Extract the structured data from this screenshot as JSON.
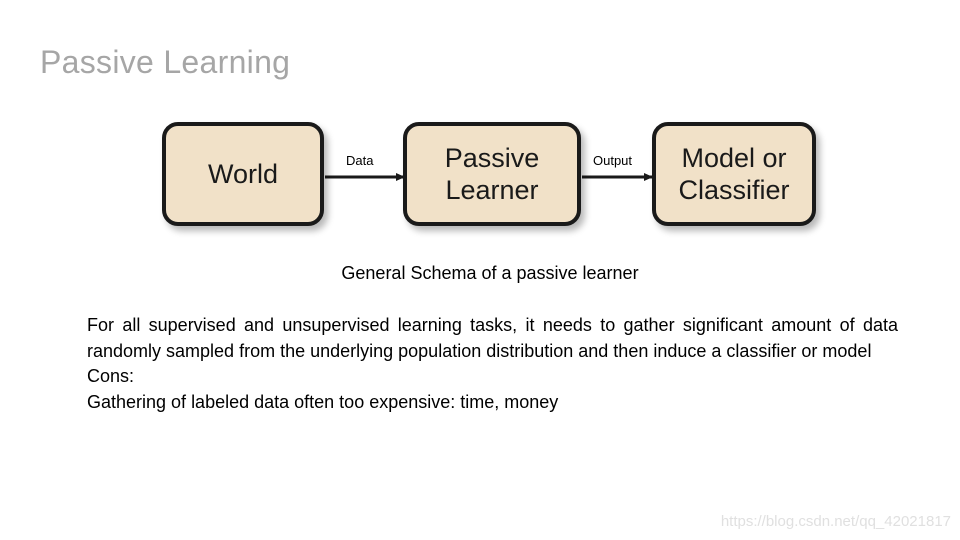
{
  "slide": {
    "title": "Passive Learning",
    "diagram": {
      "nodes": {
        "world": "World",
        "learner": "Passive\nLearner",
        "model": "Model or\nClassifier"
      },
      "edges": {
        "data": "Data",
        "output": "Output"
      },
      "colors": {
        "node_fill": "#f1e1c8",
        "node_border": "#1a1a1a"
      }
    },
    "caption": "General Schema of a passive learner",
    "paragraphs": [
      "For all supervised and unsupervised learning tasks, it needs to gather significant amount of data randomly sampled from the underlying population distribution and then induce a classifier or model",
      "Cons:",
      "Gathering of labeled data often too expensive: time, money"
    ],
    "watermark": "https://blog.csdn.net/qq_42021817"
  }
}
